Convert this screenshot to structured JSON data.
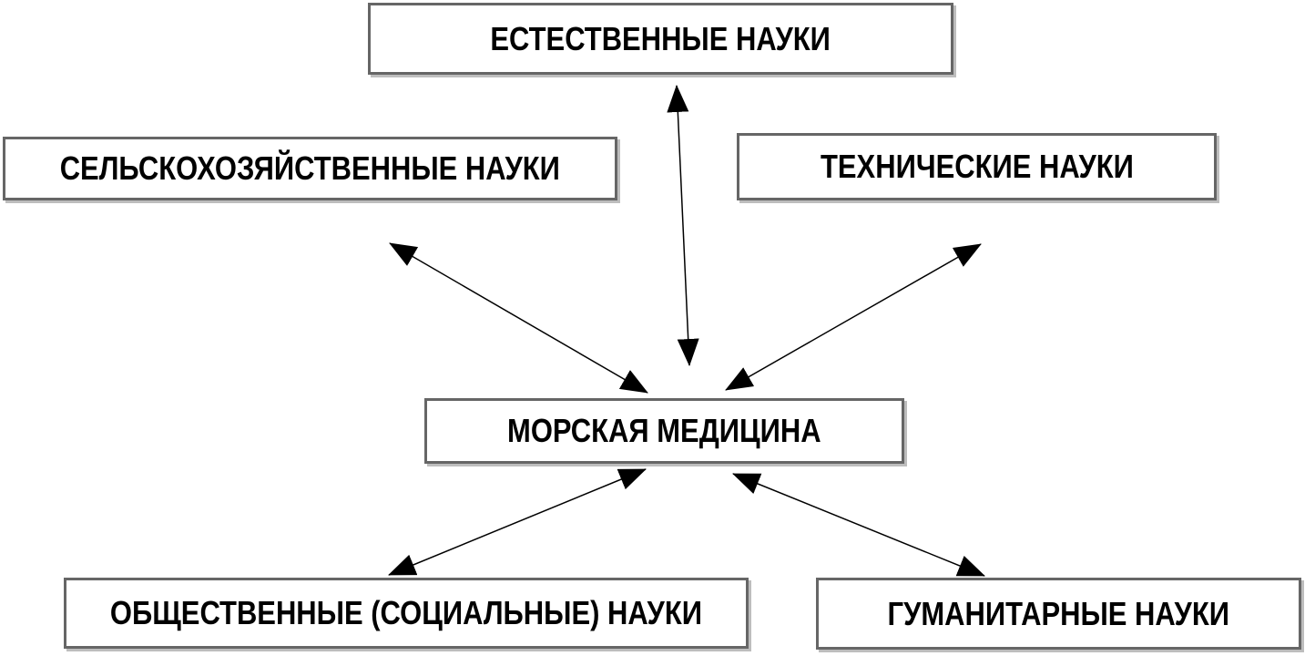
{
  "diagram": {
    "nodes": {
      "natural": "ЕСТЕСТВЕННЫЕ НАУКИ",
      "agricultural": "СЕЛЬСКОХОЗЯЙСТВЕННЫЕ НАУКИ",
      "technical": "ТЕХНИЧЕСКИЕ НАУКИ",
      "center": "МОРСКАЯ МЕДИЦИНА",
      "social": "ОБЩЕСТВЕННЫЕ (СОЦИАЛЬНЫЕ) НАУКИ",
      "humanities": "ГУМАНИТАРНЫЕ НАУКИ"
    },
    "edges": [
      {
        "from": "natural",
        "to": "center",
        "arrowheads": "both"
      },
      {
        "from": "agricultural",
        "to": "center",
        "arrowheads": "both"
      },
      {
        "from": "technical",
        "to": "center",
        "arrowheads": "both"
      },
      {
        "from": "social",
        "to": "center",
        "arrowheads": "both"
      },
      {
        "from": "humanities",
        "to": "center",
        "arrowheads": "both"
      }
    ],
    "colors": {
      "border": "#666666",
      "shadow": "#bdbdbd",
      "text": "#000000",
      "arrow": "#000000"
    }
  }
}
